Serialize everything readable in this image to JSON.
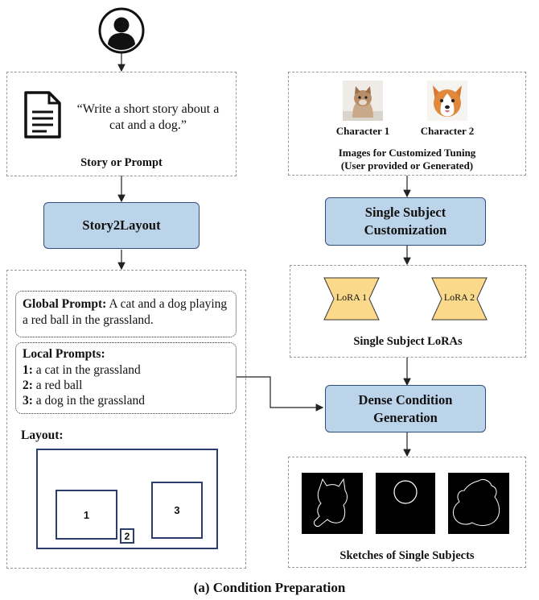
{
  "user_icon": "user-avatar-icon",
  "document_icon": "document-icon",
  "story": {
    "quote": "“Write a short story about a cat and a dog.”",
    "caption": "Story or Prompt"
  },
  "story2layout": "Story2Layout",
  "characters": [
    {
      "label": "Character 1",
      "image": "cat-photo"
    },
    {
      "label": "Character 2",
      "image": "dog-photo"
    }
  ],
  "images_caption": {
    "line1": "Images for Customized Tuning",
    "line2": "(User provided or Generated)"
  },
  "single_subject": {
    "line1": "Single Subject",
    "line2": "Customization"
  },
  "loras": [
    "LoRA 1",
    "LoRA 2"
  ],
  "loras_caption": "Single Subject LoRAs",
  "global_prompt": {
    "label": "Global Prompt:",
    "text": " A cat and a dog playing a red ball in the grassland."
  },
  "local_prompts": {
    "label": "Local Prompts:",
    "items": [
      {
        "num": "1:",
        "text": " a cat in the grassland"
      },
      {
        "num": "2:",
        "text": " a red ball"
      },
      {
        "num": "3:",
        "text": " a dog in the grassland"
      }
    ]
  },
  "layout_label": "Layout:",
  "layout_boxes": [
    "1",
    "2",
    "3"
  ],
  "dense_condition": {
    "line1": "Dense Condition",
    "line2": "Generation"
  },
  "sketches_caption": "Sketches of Single Subjects",
  "figure_caption": "(a) Condition Preparation",
  "colors": {
    "box_fill": "#bcd4ea",
    "box_border": "#2f4f78",
    "lora_fill": "#fbd98a",
    "layout_border": "#2c3e6b"
  }
}
